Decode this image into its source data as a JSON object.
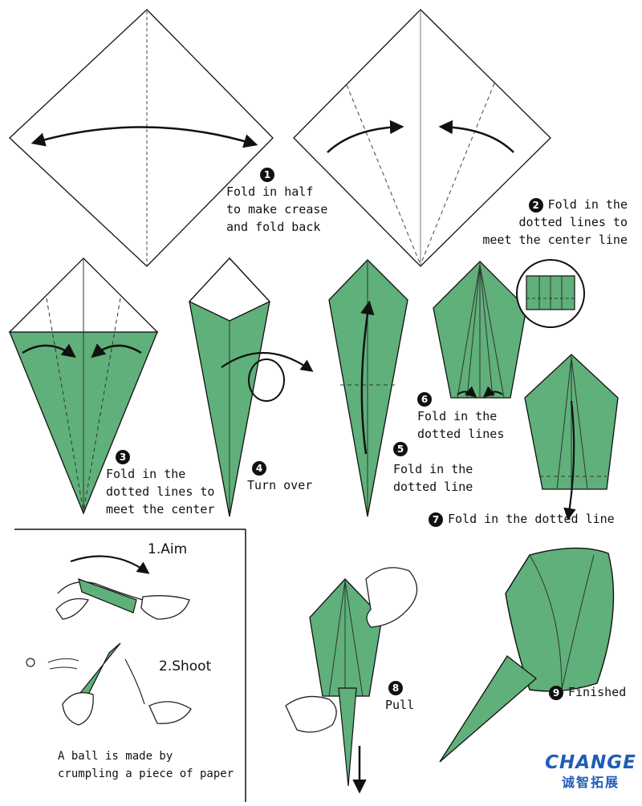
{
  "steps": [
    {
      "number": "1",
      "lines": [
        "Fold in half",
        "to make crease",
        "and fold back"
      ]
    },
    {
      "number": "2",
      "lines": [
        "Fold in the",
        "dotted lines to",
        "meet the center line"
      ]
    },
    {
      "number": "3",
      "lines": [
        "Fold in the",
        "dotted lines to",
        "meet the center"
      ]
    },
    {
      "number": "4",
      "lines": [
        "Turn over"
      ]
    },
    {
      "number": "5",
      "lines": [
        "Fold in the",
        "dotted line"
      ]
    },
    {
      "number": "6",
      "lines": [
        "Fold in the",
        "dotted lines"
      ]
    },
    {
      "number": "7",
      "lines": [
        "Fold in the dotted line"
      ]
    },
    {
      "number": "8",
      "lines": [
        "Pull"
      ]
    },
    {
      "number": "9",
      "lines": [
        "Finished"
      ]
    }
  ],
  "inset": {
    "aim_label": "1.Aim",
    "shoot_label": "2.Shoot",
    "note_lines": [
      "A ball is made by",
      "crumpling a piece of paper"
    ]
  },
  "logo": {
    "name": "CHANGE",
    "subtitle": "诚智拓展"
  },
  "colors": {
    "paper_green": "#5fb07a",
    "outline": "#111111",
    "logo_blue": "#1f5db8"
  }
}
